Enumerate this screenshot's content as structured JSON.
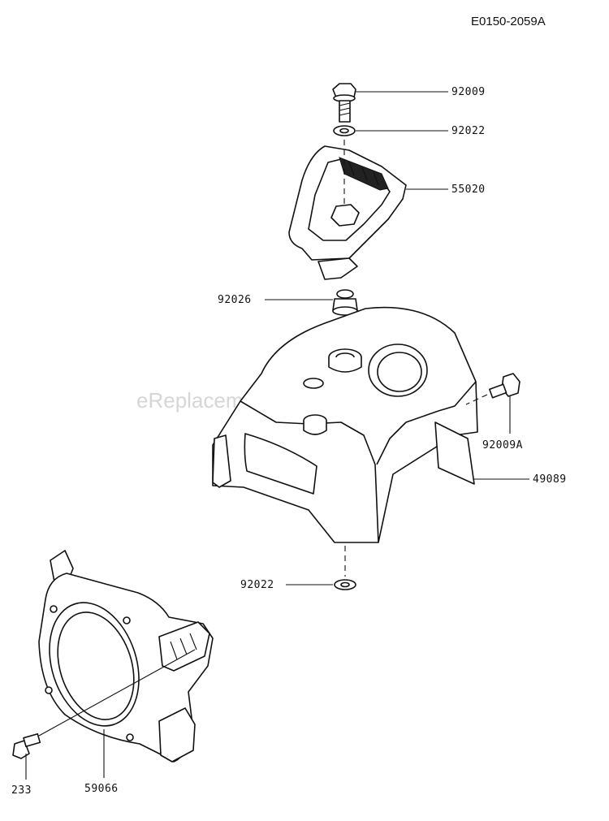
{
  "diagram_code": "E0150-2059A",
  "watermark": "eReplacementParts.com",
  "parts": [
    {
      "number": "92009",
      "name": "bolt-top"
    },
    {
      "number": "92022",
      "name": "washer-top"
    },
    {
      "number": "55020",
      "name": "handle"
    },
    {
      "number": "92026",
      "name": "grommet"
    },
    {
      "number": "92009A",
      "name": "bolt-side"
    },
    {
      "number": "49089",
      "name": "cover"
    },
    {
      "number": "92022",
      "name": "washer-bottom"
    },
    {
      "number": "233",
      "name": "bolt-shroud"
    },
    {
      "number": "59066",
      "name": "fan-shroud"
    }
  ]
}
